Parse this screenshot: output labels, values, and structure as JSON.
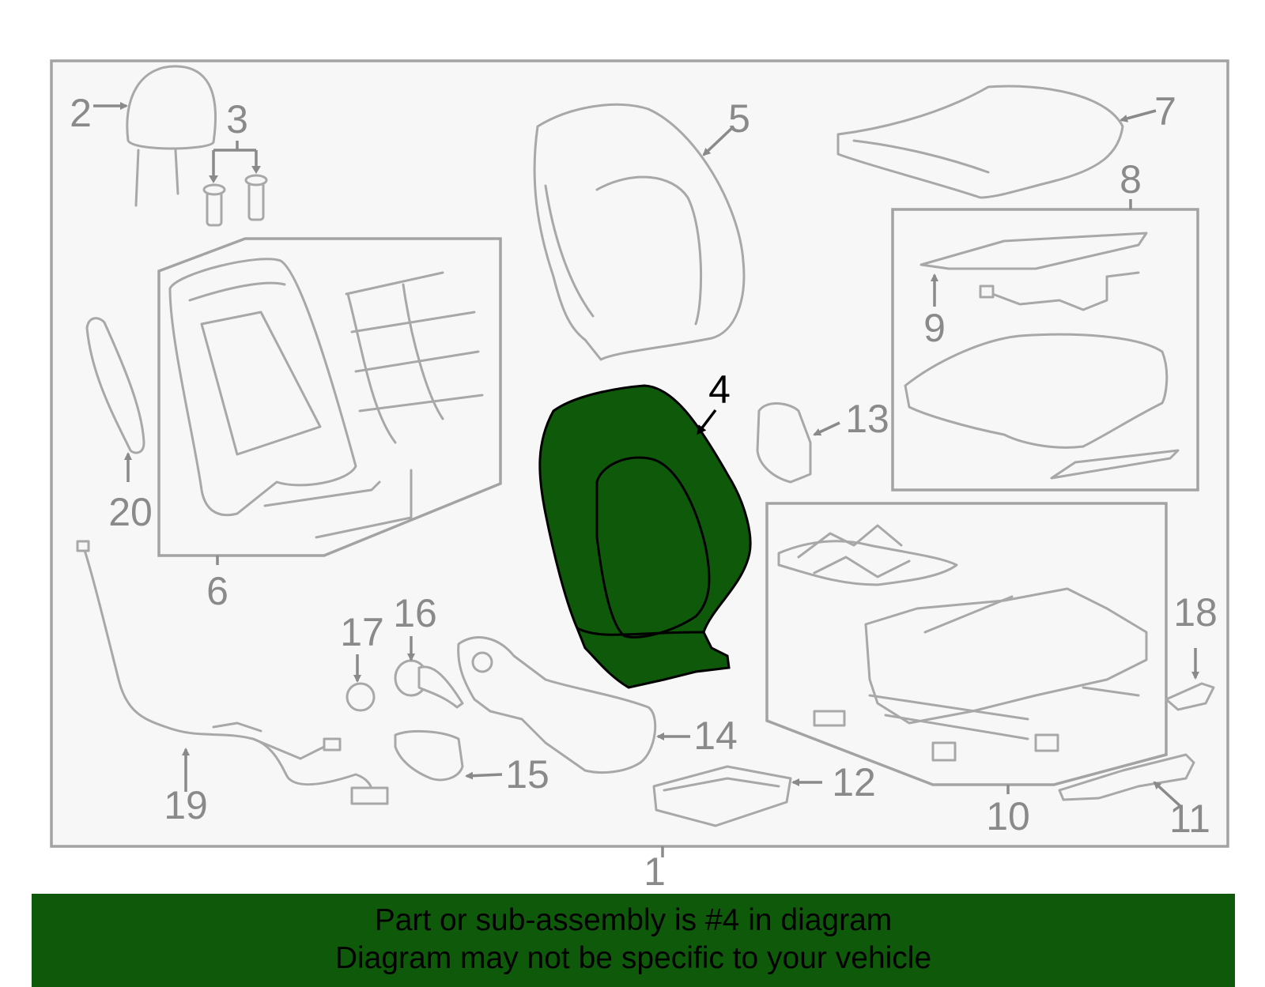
{
  "diagram": {
    "highlight_color": "#0f5a0a",
    "highlighted_part": "4",
    "callouts": {
      "c1": "1",
      "c2": "2",
      "c3": "3",
      "c4": "4",
      "c5": "5",
      "c6": "6",
      "c7": "7",
      "c8": "8",
      "c9": "9",
      "c10": "10",
      "c11": "11",
      "c12": "12",
      "c13": "13",
      "c14": "14",
      "c15": "15",
      "c16": "16",
      "c17": "17",
      "c18": "18",
      "c19": "19",
      "c20": "20"
    }
  },
  "banner": {
    "line1": "Part or sub-assembly is #4 in diagram",
    "line2": "Diagram may not be specific to your vehicle"
  }
}
